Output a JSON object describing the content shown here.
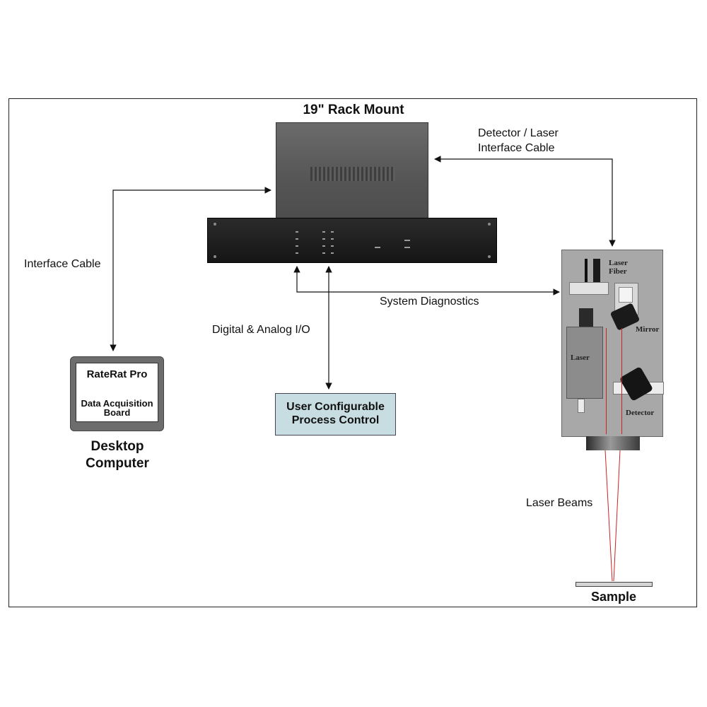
{
  "rack_mount": {
    "title": "19\" Rack Mount"
  },
  "cables": {
    "interface": "Interface Cable",
    "detector_laser_line1": "Detector / Laser",
    "detector_laser_line2": "Interface Cable",
    "system_diagnostics": "System Diagnostics",
    "digital_analog_io": "Digital & Analog I/O"
  },
  "desktop": {
    "board_title": "RateRat Pro",
    "board_subtitle": "Data Acquisition Board",
    "label": "Desktop Computer"
  },
  "process_control": {
    "line1": "User Configurable",
    "line2": "Process Control"
  },
  "sensor_head": {
    "laser_fiber_line1": "Laser",
    "laser_fiber_line2": "Fiber",
    "mirror": "Mirror",
    "laser": "Laser",
    "detector": "Detector"
  },
  "laser_beams": "Laser Beams",
  "sample": "Sample",
  "colors": {
    "process_box": "#c7dde1",
    "rack": "#555555",
    "beam": "#cc2222"
  }
}
